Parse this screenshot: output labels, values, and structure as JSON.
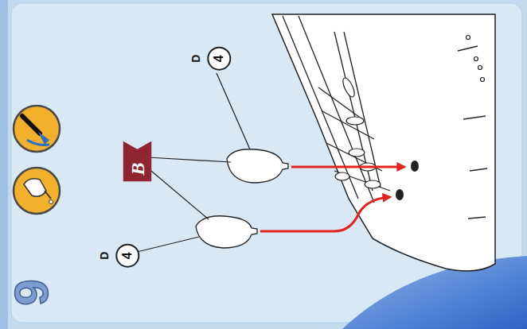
{
  "diagram": {
    "nodes": [
      {
        "text": [
          "D",
          "4"
        ]
      },
      {
        "text": [
          "B"
        ]
      },
      {
        "text": [
          "D",
          "4"
        ]
      }
    ],
    "labels": [
      "9"
    ]
  }
}
